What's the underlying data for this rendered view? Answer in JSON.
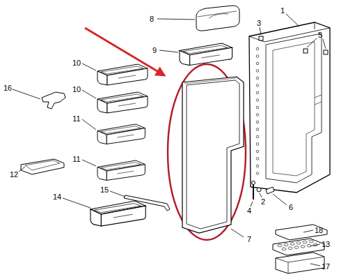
{
  "diagram": {
    "labels": [
      "8",
      "9",
      "3",
      "1",
      "5",
      "10",
      "10",
      "16",
      "11",
      "11",
      "12",
      "15",
      "14",
      "4",
      "2",
      "6",
      "7",
      "18",
      "13",
      "17"
    ]
  }
}
